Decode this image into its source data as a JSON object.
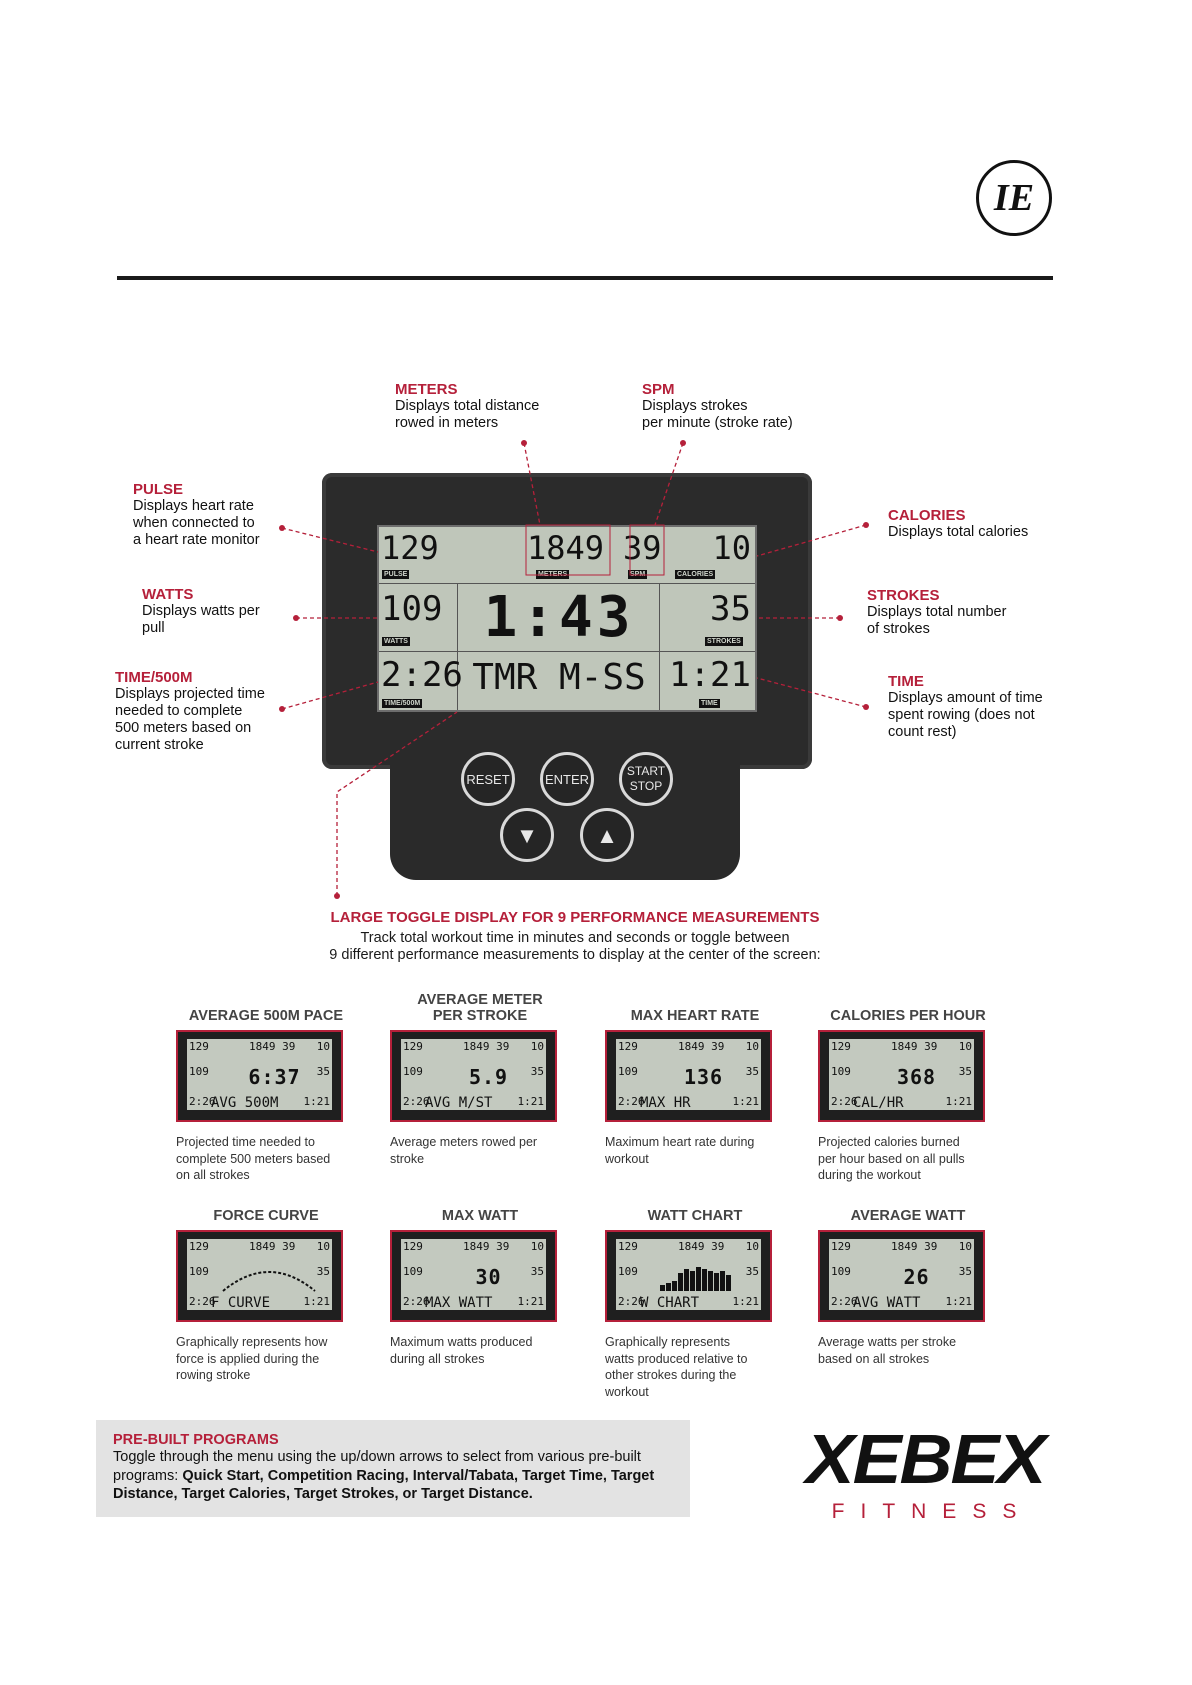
{
  "header": {
    "logo_text": "IE"
  },
  "lcd": {
    "pulse_value": "129",
    "pulse_label": "PULSE",
    "meters_value": "1849",
    "meters_label": "METERS",
    "spm_value": "39",
    "spm_label": "SPM",
    "calories_value": "10",
    "calories_label": "CALORIES",
    "watts_value": "109",
    "watts_label": "WATTS",
    "center_value": "1:43",
    "strokes_value": "35",
    "strokes_label": "STROKES",
    "split_value": "2:26",
    "split_label": "TIME/500M",
    "center_mode": "TMR M-SS",
    "time_value": "1:21",
    "time_label": "TIME"
  },
  "buttons": {
    "reset": "RESET",
    "enter": "ENTER",
    "start_stop": "START\nSTOP",
    "down": "▼",
    "up": "▲"
  },
  "callouts": {
    "meters": {
      "title": "METERS",
      "desc": "Displays total distance\nrowed in meters"
    },
    "spm": {
      "title": "SPM",
      "desc": "Displays strokes\nper minute (stroke rate)"
    },
    "pulse": {
      "title": "PULSE",
      "desc": "Displays heart rate\nwhen connected to\na heart rate monitor"
    },
    "calories": {
      "title": "CALORIES",
      "desc": "Displays total calories"
    },
    "watts": {
      "title": "WATTS",
      "desc": "Displays watts per\npull"
    },
    "strokes": {
      "title": "STROKES",
      "desc": "Displays total number\nof strokes"
    },
    "time500": {
      "title": "TIME/500M",
      "desc": "Displays projected time\nneeded to complete\n500 meters based on\ncurrent stroke"
    },
    "time": {
      "title": "TIME",
      "desc": "Displays amount of time\nspent rowing (does not\ncount rest)"
    }
  },
  "toggle": {
    "title": "LARGE TOGGLE DISPLAY FOR 9 PERFORMANCE MEASUREMENTS",
    "desc": "Track total workout time in minutes and seconds or toggle between\n9 different performance measurements to display at the center of the screen:"
  },
  "mini_common": {
    "tl": "129",
    "tm": "1849 39",
    "tr": "10",
    "ml": "109",
    "mr": "35",
    "bl": "2:26",
    "br": "1:21"
  },
  "measures": [
    {
      "title": "AVERAGE 500M PACE",
      "big": "6:37",
      "mode": "AVG 500M",
      "desc": "Projected time needed to\ncomplete 500 meters based\non all strokes"
    },
    {
      "title": "AVERAGE METER\nPER STROKE",
      "big": "5.9",
      "mode": "AVG M/ST",
      "desc": "Average meters rowed per\nstroke"
    },
    {
      "title": "MAX HEART RATE",
      "big": "136",
      "mode": "MAX HR",
      "desc": "Maximum heart rate during\nworkout"
    },
    {
      "title": "CALORIES PER HOUR",
      "big": "368",
      "mode": "CAL/HR",
      "desc": "Projected calories burned\nper hour based on all pulls\nduring the workout"
    },
    {
      "title": "FORCE CURVE",
      "big": "",
      "mode": "F CURVE",
      "desc": "Graphically represents how\nforce is applied during the\nrowing stroke"
    },
    {
      "title": "MAX WATT",
      "big": "30",
      "mode": "MAX WATT",
      "desc": "Maximum watts produced\nduring all strokes"
    },
    {
      "title": "WATT CHART",
      "big": "",
      "mode": "W CHART",
      "desc": "Graphically represents\nwatts produced relative to\nother strokes during the\nworkout"
    },
    {
      "title": "AVERAGE WATT",
      "big": "26",
      "mode": "AVG WATT",
      "desc": "Average watts per stroke\nbased on all strokes"
    }
  ],
  "programs": {
    "title": "PRE-BUILT PROGRAMS",
    "intro": "Toggle through the menu using the up/down arrows to select from various pre-built programs: ",
    "list": "Quick Start, Competition Racing, Interval/Tabata, Target Time, Target Distance, Target Calories, Target Strokes, or Target Distance."
  },
  "brand": {
    "name": "XEBEX",
    "sub": "FITNESS"
  },
  "colors": {
    "accent": "#b5203a",
    "lcd": "#bfc6ba",
    "console": "#2b2b2b"
  }
}
